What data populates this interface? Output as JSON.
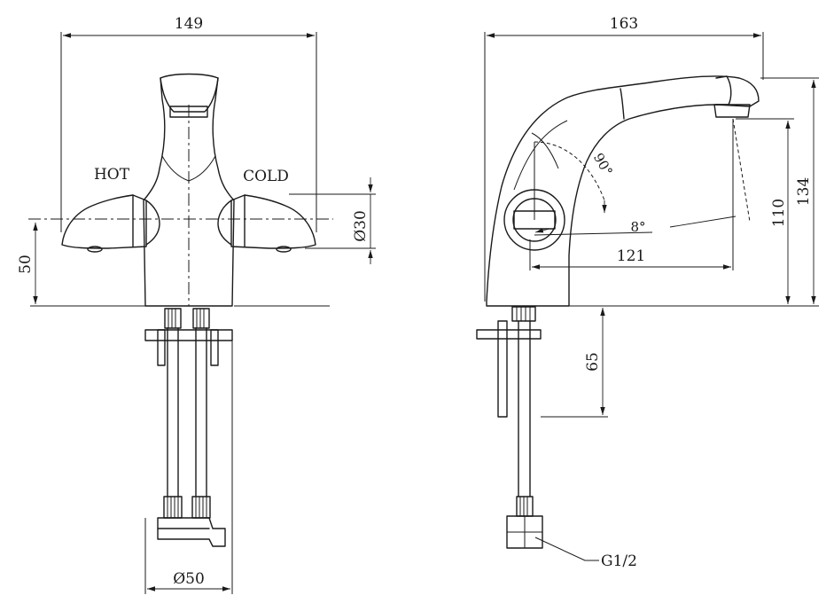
{
  "front_view": {
    "width_dim": "149",
    "hot_label": "HOT",
    "cold_label": "COLD",
    "diameter_30": "Ø30",
    "height_50": "50",
    "diameter_50": "Ø50"
  },
  "side_view": {
    "width_dim": "163",
    "angle_90": "90°",
    "angle_8": "8°",
    "reach_121": "121",
    "height_110": "110",
    "height_134": "134",
    "depth_65": "65",
    "thread": "G1/2"
  }
}
